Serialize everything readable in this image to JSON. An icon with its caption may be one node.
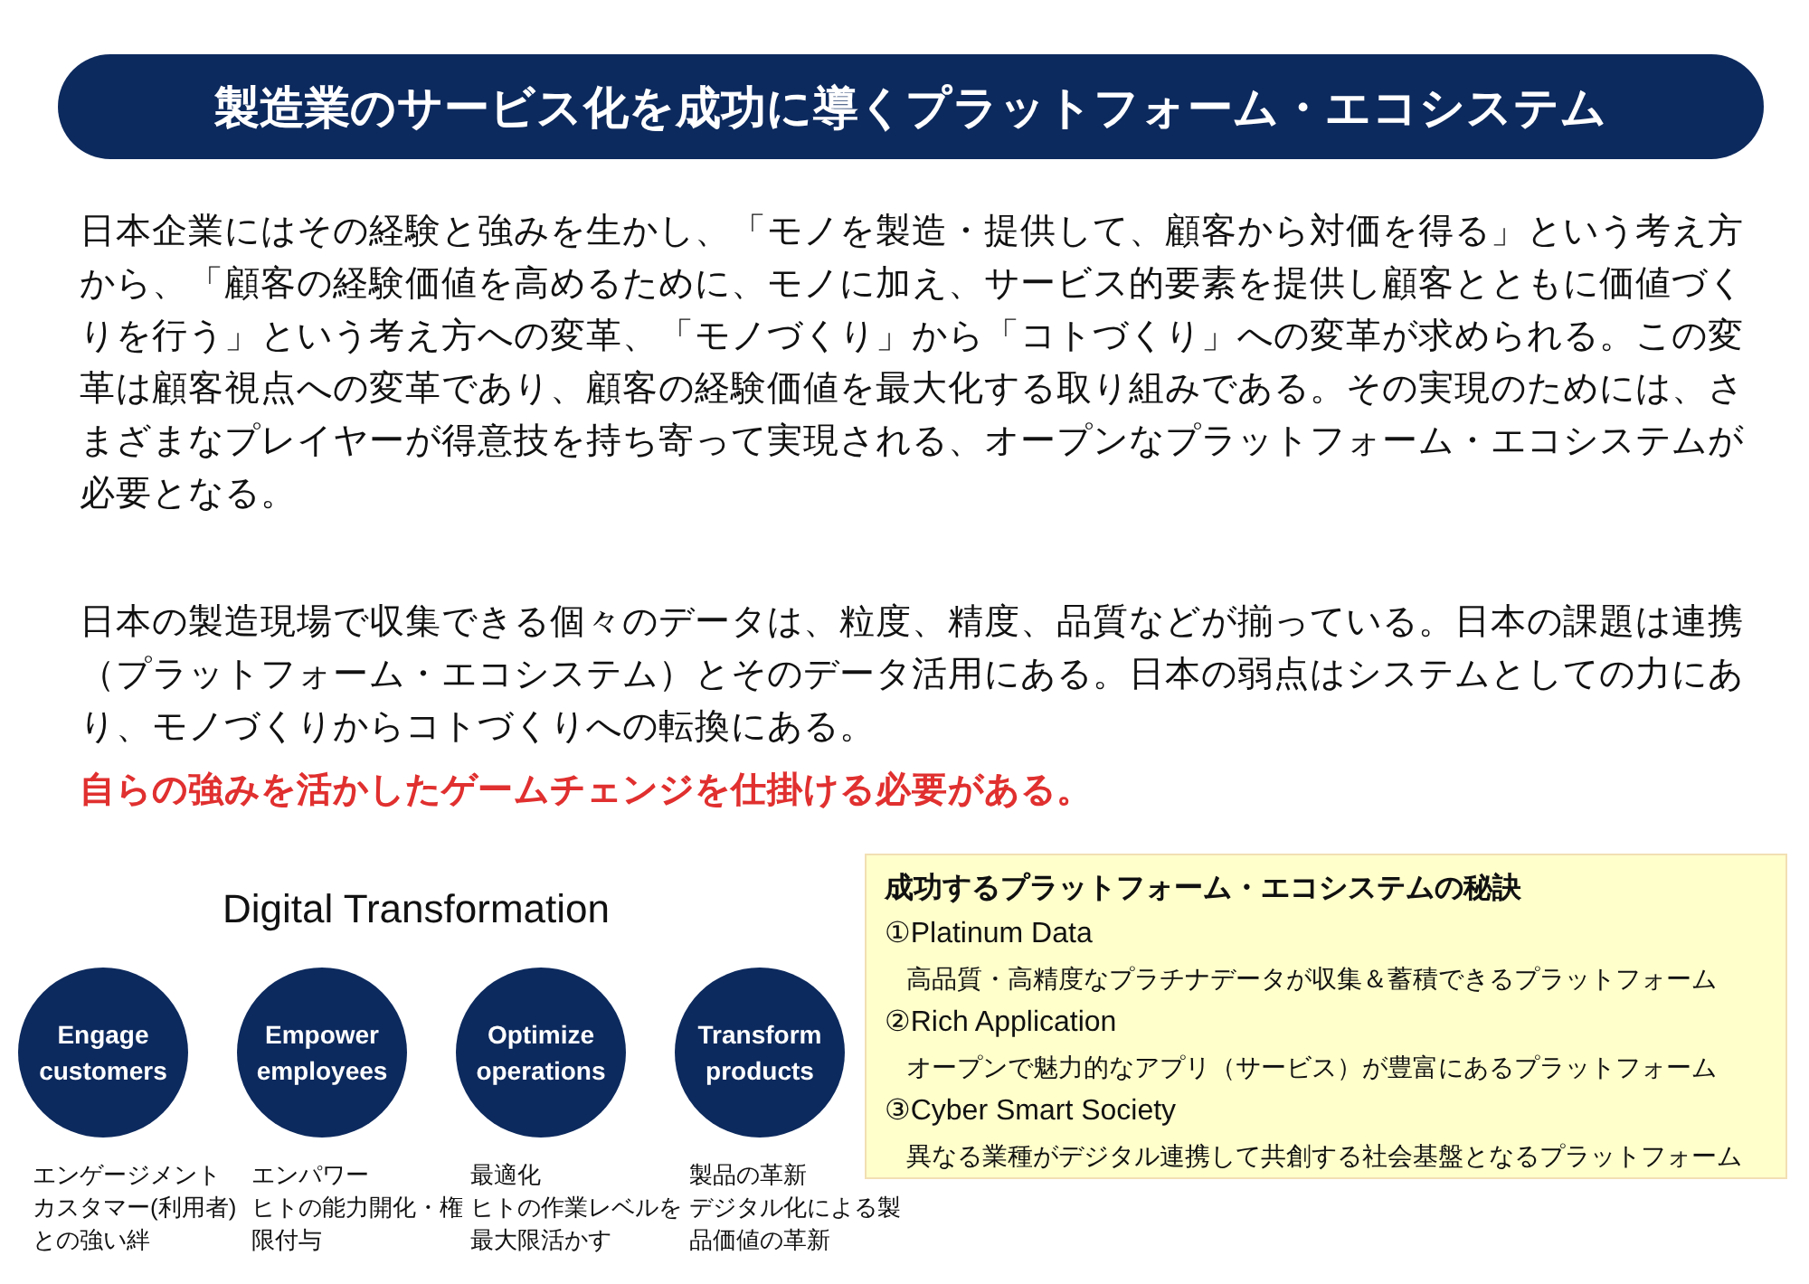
{
  "diagram": {
    "title": "製造業のサービス化を成功に導くプラットフォーム・エコシステム",
    "nodes": [
      {
        "text": [
          "Engage customers"
        ],
        "beside": [
          "エンゲージメント",
          "カスタマー(利用者)との強い絆"
        ]
      },
      {
        "text": [
          "Empower employees"
        ],
        "beside": [
          "エンパワー",
          "ヒトの能力開化・権限付与"
        ]
      },
      {
        "text": [
          "Optimize operations"
        ],
        "beside": [
          "最適化",
          "ヒトの作業レベルを最大限活かす"
        ]
      },
      {
        "text": [
          "Transform products"
        ],
        "beside": [
          "製品の革新",
          "デジタル化による製品価値の革新"
        ]
      },
      {
        "text": [
          "成功するプラットフォーム・エコシステムの秘訣",
          "①Platinum Data",
          "高品質・高精度なプラチナデータが収集＆蓄積できるプラットフォーム",
          "②Rich Application",
          "オープンで魅力的なアプリ（サービス）が豊富にあるプラットフォーム",
          "③Cyber Smart Society",
          "異なる業種がデジタル連携して共創する社会基盤となるプラットフォーム"
        ]
      }
    ],
    "edges": [],
    "labels": [
      "日本企業にはその経験と強みを生かし、「モノを製造・提供して、顧客から対価を得る」という考え方から、「顧客の経験価値を高めるために、モノに加え、サービス的要素を提供し顧客とともに価値づくりを行う」という考え方への変革、「モノづくり」から「コトづくり」への変革が求められる。この変革は顧客視点への変革であり、顧客の経験価値を最大化する取り組みである。その実現のためには、さまざまなプレイヤーが得意技を持ち寄って実現される、オープンなプラットフォーム・エコシステムが必要となる。",
      "日本の製造現場で収集できる個々のデータは、粒度、精度、品質などが揃っている。日本の課題は連携（プラットフォーム・エコシステム）とそのデータ活用にある。日本の弱点はシステムとしての力にあり、モノづくりからコトづくりへの転換にある。",
      "自らの強みを活かしたゲームチェンジを仕掛ける必要がある。",
      "Digital Transformation"
    ]
  }
}
